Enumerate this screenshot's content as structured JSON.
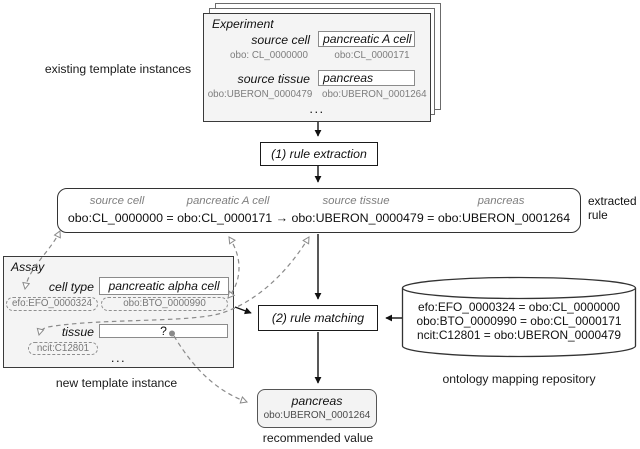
{
  "figure": {
    "captions": {
      "existing": "existing template instances",
      "extracted_rule": "extracted rule",
      "new_instance": "new template instance",
      "repository": "ontology mapping repository",
      "recommended": "recommended value"
    },
    "experiment": {
      "title": "Experiment",
      "rows": [
        {
          "field": "source cell",
          "field_id": "obo: CL_0000000",
          "value": "pancreatic A cell",
          "value_id": "obo:CL_0000171"
        },
        {
          "field": "source tissue",
          "field_id": "obo:UBERON_0000479",
          "value": "pancreas",
          "value_id": "obo:UBERON_0001264"
        }
      ],
      "more": "..."
    },
    "steps": {
      "extraction": "(1) rule extraction",
      "matching": "(2) rule matching"
    },
    "rule": {
      "terms": [
        "source cell",
        "pancreatic A cell",
        "source tissue",
        "pancreas"
      ],
      "expression": "obo:CL_0000000 = obo:CL_0000171 → obo:UBERON_0000479 = obo:UBERON_0001264"
    },
    "assay": {
      "title": "Assay",
      "rows": [
        {
          "field": "cell type",
          "field_id": "efo:EFO_0000324",
          "value": "pancreatic alpha cell",
          "value_id": "obo:BTO_0000990"
        },
        {
          "field": "tissue",
          "field_id": "ncit:C12801",
          "value": "?"
        }
      ],
      "more": "..."
    },
    "repository": {
      "mappings": [
        "efo:EFO_0000324 = obo:CL_0000000",
        "obo:BTO_0000990 = obo:CL_0000171",
        "ncit:C12801 = obo:UBERON_0000479"
      ]
    },
    "recommendation": {
      "value": "pancreas",
      "value_id": "obo:UBERON_0001264"
    },
    "colors": {
      "panel_fill": "#f4f4f4",
      "dashed_gray": "#8a8a8a",
      "line_black": "#111111"
    }
  }
}
